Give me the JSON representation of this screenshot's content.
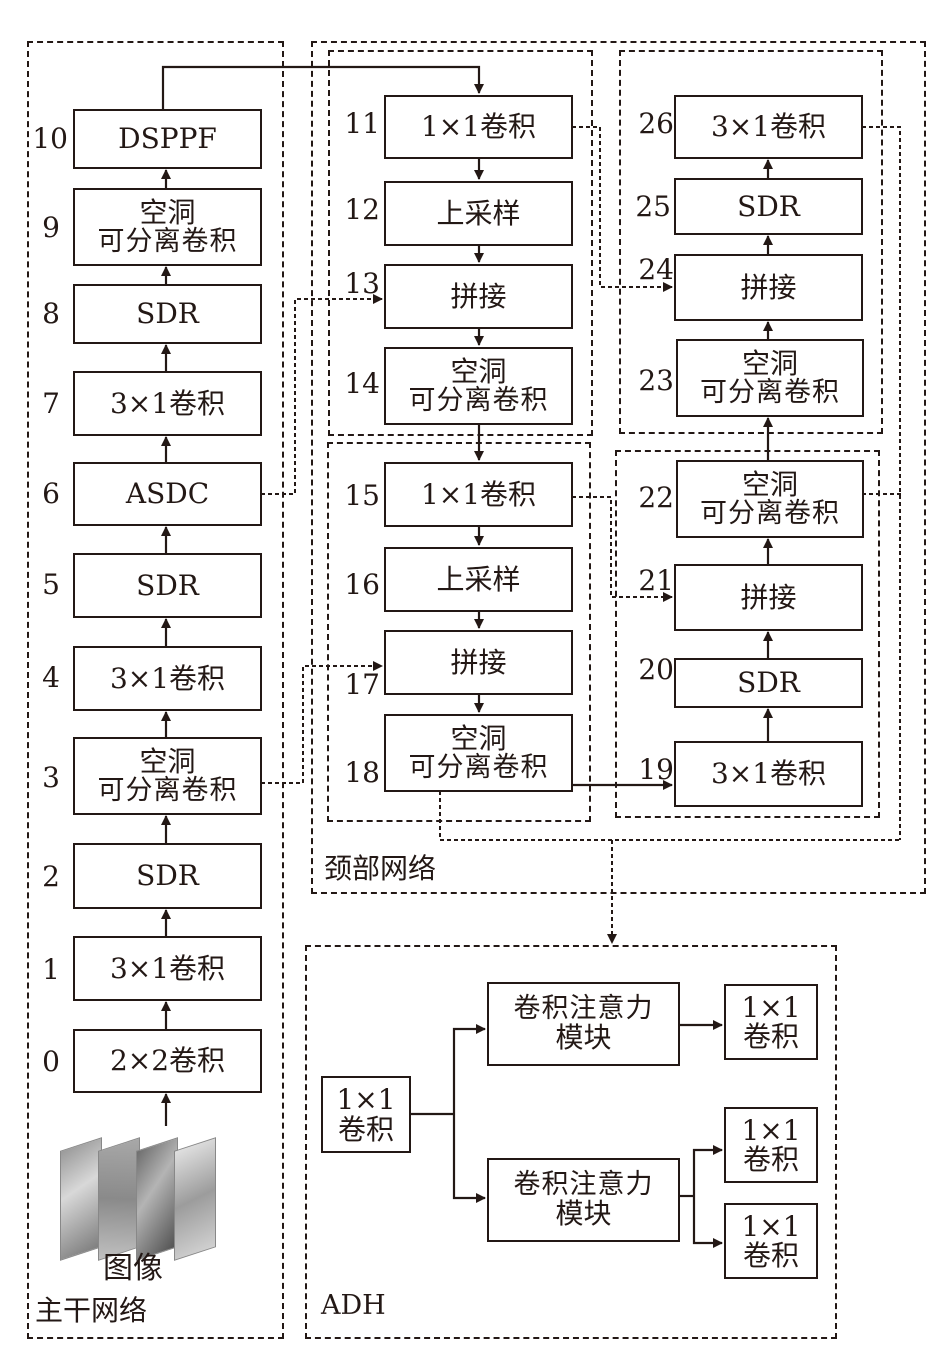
{
  "backbone": {
    "label": "主干网络",
    "input_label": "图像",
    "layers": [
      {
        "index": "10",
        "lines": [
          "DSPPF"
        ]
      },
      {
        "index": "9",
        "lines": [
          "空洞",
          "可分离卷积"
        ]
      },
      {
        "index": "8",
        "lines": [
          "SDR"
        ]
      },
      {
        "index": "7",
        "lines": [
          "3×1卷积"
        ]
      },
      {
        "index": "6",
        "lines": [
          "ASDC"
        ]
      },
      {
        "index": "5",
        "lines": [
          "SDR"
        ]
      },
      {
        "index": "4",
        "lines": [
          "3×1卷积"
        ]
      },
      {
        "index": "3",
        "lines": [
          "空洞",
          "可分离卷积"
        ]
      },
      {
        "index": "2",
        "lines": [
          "SDR"
        ]
      },
      {
        "index": "1",
        "lines": [
          "3×1卷积"
        ]
      },
      {
        "index": "0",
        "lines": [
          "2×2卷积"
        ]
      }
    ]
  },
  "neck": {
    "label": "颈部网络",
    "left_column": [
      {
        "index": "11",
        "lines": [
          "1×1卷积"
        ]
      },
      {
        "index": "12",
        "lines": [
          "上采样"
        ]
      },
      {
        "index": "13",
        "lines": [
          "拼接"
        ]
      },
      {
        "index": "14",
        "lines": [
          "空洞",
          "可分离卷积"
        ]
      },
      {
        "index": "15",
        "lines": [
          "1×1卷积"
        ]
      },
      {
        "index": "16",
        "lines": [
          "上采样"
        ]
      },
      {
        "index": "17",
        "lines": [
          "拼接"
        ]
      },
      {
        "index": "18",
        "lines": [
          "空洞",
          "可分离卷积"
        ]
      }
    ],
    "right_column": [
      {
        "index": "26",
        "lines": [
          "3×1卷积"
        ]
      },
      {
        "index": "25",
        "lines": [
          "SDR"
        ]
      },
      {
        "index": "24",
        "lines": [
          "拼接"
        ]
      },
      {
        "index": "23",
        "lines": [
          "空洞",
          "可分离卷积"
        ]
      },
      {
        "index": "22",
        "lines": [
          "空洞",
          "可分离卷积"
        ]
      },
      {
        "index": "21",
        "lines": [
          "拼接"
        ]
      },
      {
        "index": "20",
        "lines": [
          "SDR"
        ]
      },
      {
        "index": "19",
        "lines": [
          "3×1卷积"
        ]
      }
    ]
  },
  "head": {
    "label": "ADH",
    "input_conv": [
      "1×1",
      "卷积"
    ],
    "attention_modules": [
      {
        "lines": [
          "卷积注意力",
          "模块"
        ]
      },
      {
        "lines": [
          "卷积注意力",
          "模块"
        ]
      }
    ],
    "output_convs": [
      [
        "1×1",
        "卷积"
      ],
      [
        "1×1",
        "卷积"
      ],
      [
        "1×1",
        "卷积"
      ]
    ]
  },
  "colors": {
    "stroke": "#231815",
    "background": "#ffffff"
  }
}
